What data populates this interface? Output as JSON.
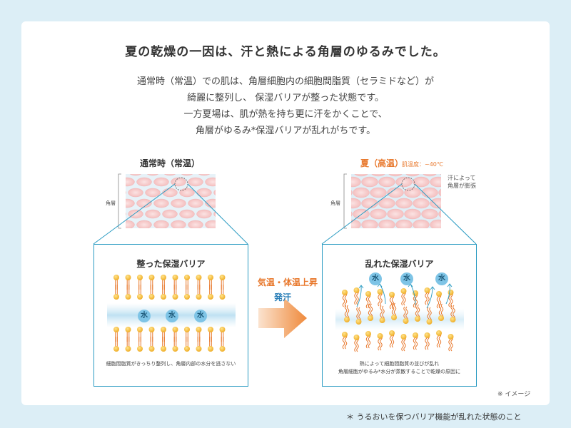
{
  "title": "夏の乾燥の一因は、汗と熱による角層のゆるみでした。",
  "intro": [
    "通常時（常温）での肌は、角層細胞内の細胞間脂質（セラミドなど）が",
    "綺麗に整列し、 保湿バリアが整った状態です。",
    "一方夏場は、肌が熱を持ち更に汗をかくことで、",
    "角層がゆるみ*保湿バリアが乱れがちです。"
  ],
  "left": {
    "heading": "通常時（常温）",
    "side_label": "角層",
    "box_title": "整った保湿バリア",
    "water": [
      "水",
      "水",
      "水"
    ],
    "caption": [
      "細胞間脂質がきっちり整列し、角層内部の水分を逃さない"
    ]
  },
  "right": {
    "heading": "夏（高温）",
    "temp_note": "肌温度：~40℃",
    "side_label": "角層",
    "swell_note": [
      "汗によって",
      "角層が膨張"
    ],
    "box_title": "乱れた保湿バリア",
    "water": [
      "水",
      "水",
      "水"
    ],
    "caption": [
      "熱によって細胞間脂質の並びが乱れ",
      "角層細胞がゆるみ*水分が蒸散することで乾燥の原因に"
    ]
  },
  "arrow": {
    "label_top": "気温・体温上昇",
    "label_bottom": "発汗"
  },
  "image_note": "※ イメージ",
  "footnote": "＊ うるおいを保つバリア機能が乱れた状態のこと",
  "colors": {
    "accent_orange": "#e8782c",
    "frame_blue": "#2a9bc2",
    "lipid_head": "#f2b632",
    "water_blue": "#7ec4e6",
    "cell_pink": "#f6c6c6",
    "background": "#dceef6"
  }
}
